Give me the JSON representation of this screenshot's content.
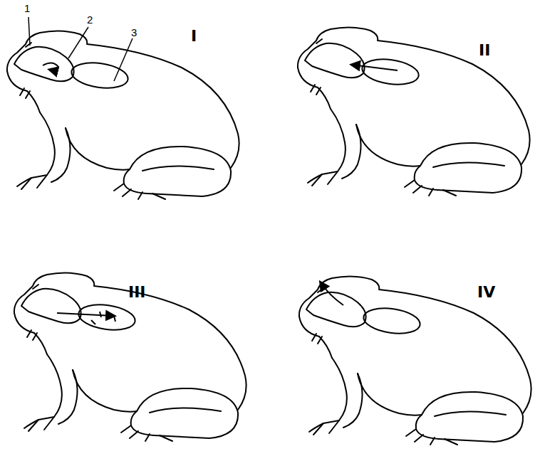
{
  "diagram": {
    "labels": [
      "1",
      "2",
      "3",
      "I",
      "II",
      "III",
      "IV"
    ]
  }
}
